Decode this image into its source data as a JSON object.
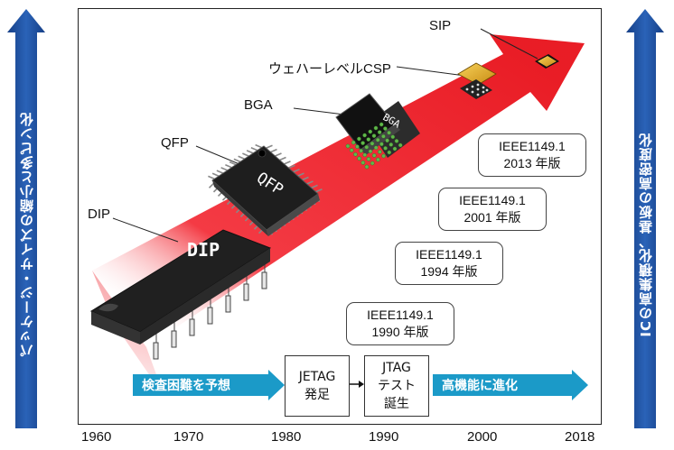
{
  "left_axis": {
    "label": "パッケージ・サイズの縮小と多ピン化"
  },
  "right_axis": {
    "label": "ICの高集積化、基板の高密度化"
  },
  "packages": {
    "sip": "SIP",
    "wlcsp": "ウェハーレベルCSP",
    "bga": "BGA",
    "qfp": "QFP",
    "dip": "DIP",
    "bga_chip": "BGA",
    "qfp_chip": "QFP",
    "dip_chip": "DIP"
  },
  "standards": [
    {
      "name": "IEEE1149.1",
      "version": "2013 年版"
    },
    {
      "name": "IEEE1149.1",
      "version": "2001 年版"
    },
    {
      "name": "IEEE1149.1",
      "version": "1994 年版"
    },
    {
      "name": "IEEE1149.1",
      "version": "1990 年版"
    }
  ],
  "timeline": {
    "arrow_left": "検査困難を予想",
    "box1_line1": "JETAG",
    "box1_line2": "発足",
    "box2_line1": "JTAG",
    "box2_line2": "テスト",
    "box2_line3": "誕生",
    "arrow_right": "高機能に進化"
  },
  "years": [
    "1960",
    "1970",
    "1980",
    "1990",
    "2000",
    "2018"
  ],
  "colors": {
    "axis_blue": "#1f4e9c",
    "red_arrow": "#e8111a",
    "timeline_blue": "#1b9ac8"
  }
}
